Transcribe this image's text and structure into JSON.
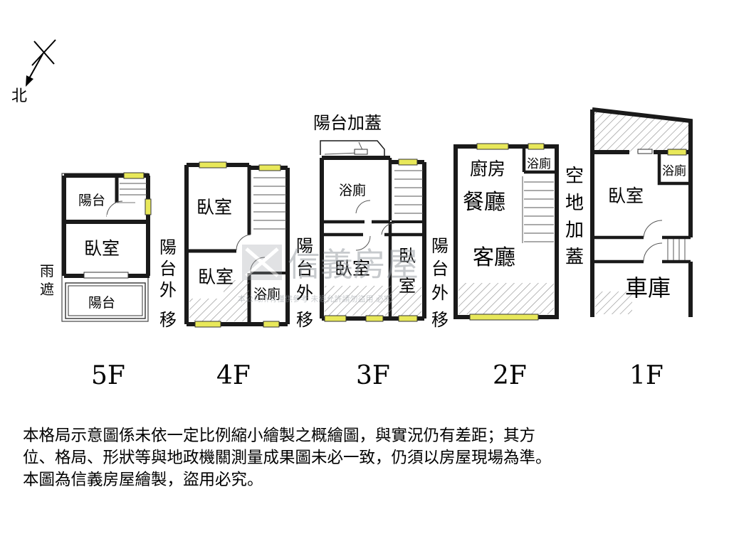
{
  "compass": {
    "label": "北"
  },
  "watermark": {
    "brand": "信義房屋",
    "small": "本公司所有僅供參考 未經允許請勿盜用 必究"
  },
  "floors": {
    "f5": {
      "label": "5F",
      "balcony_top": "陽台",
      "bedroom": "臥室",
      "balcony_bottom": "陽台",
      "canopy": "雨遮"
    },
    "f4": {
      "label": "4F",
      "bedroom_top": "臥室",
      "bedroom_bottom": "臥室",
      "bathroom": "浴廁",
      "note": "陽台外移"
    },
    "f3": {
      "label": "3F",
      "roof_addition": "陽台加蓋",
      "bathroom": "浴廁",
      "bedroom_left": "臥室",
      "bedroom_right": "臥室",
      "note": "陽台外移"
    },
    "f2": {
      "label": "2F",
      "kitchen": "廚房",
      "bathroom": "浴廁",
      "dining": "餐廳",
      "living": "客廳",
      "note": "陽台外移"
    },
    "f1": {
      "label": "1F",
      "note": "空地加蓋",
      "bathroom": "浴廁",
      "bedroom": "臥室",
      "garage": "車庫"
    }
  },
  "disclaimer": {
    "line1": "本格局示意圖係未依一定比例縮小繪製之概繪圖，與實況仍有差距；其方",
    "line2": "位、格局、形狀等與地政機關測量成果圖未必一致，仍須以房屋現場為準。",
    "line3": "本圖為信義房屋繪製，盜用必究。"
  },
  "colors": {
    "wall": "#1a1a1a",
    "window": "#e8e85a",
    "partition": "#a0a0a0",
    "hatch": "#8a8a8a",
    "watermark": "#9aa0a6"
  }
}
